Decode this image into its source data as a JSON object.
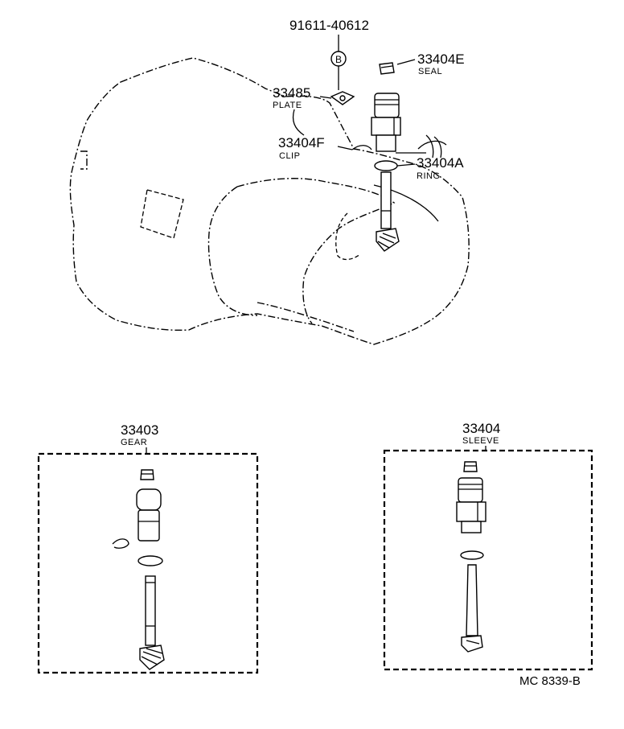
{
  "labels": {
    "bolt_code": "91611-40612",
    "bolt_marker": "B",
    "seal_number": "33404E",
    "seal_name": "SEAL",
    "plate_number": "33485",
    "plate_name": "PLATE",
    "clip_number": "33404F",
    "clip_name": "CLIP",
    "ring_number": "33404A",
    "ring_name": "RING",
    "gear_number": "33403",
    "gear_name": "GEAR",
    "sleeve_number": "33404",
    "sleeve_name": "SLEEVE",
    "diagram_code": "MC 8339-B"
  }
}
